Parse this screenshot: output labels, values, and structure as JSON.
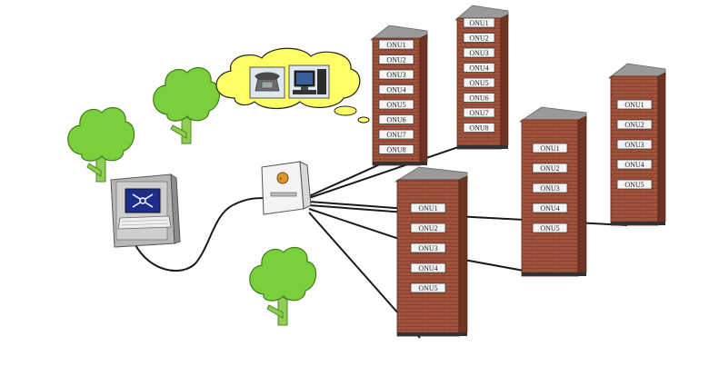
{
  "diagram": {
    "colors": {
      "brick": "#a0523c",
      "brick_dark": "#6e3424",
      "roof": "#9a9a9a",
      "tree_green": "#7ccf3c",
      "trunk": "#8fce53",
      "cable": "#1a1a1a",
      "cloud": "#ffff66",
      "olt_screen": "#1c2d8c"
    },
    "buildings": [
      {
        "id": "b1",
        "onus": [
          "ONU1",
          "ONU2",
          "ONU3",
          "ONU4",
          "ONU5",
          "ONU6",
          "ONU7",
          "ONU8"
        ]
      },
      {
        "id": "b2",
        "onus": [
          "ONU1",
          "ONU2",
          "ONU3",
          "ONU4",
          "ONU5",
          "ONU6",
          "ONU7",
          "ONU8"
        ]
      },
      {
        "id": "b3",
        "onus": [
          "ONU1",
          "ONU2",
          "ONU3",
          "ONU4",
          "ONU5"
        ]
      },
      {
        "id": "b4",
        "onus": [
          "ONU1",
          "ONU2",
          "ONU3",
          "ONU4",
          "ONU5"
        ]
      },
      {
        "id": "b5",
        "onus": [
          "ONU1",
          "ONU2",
          "ONU3",
          "ONU4",
          "ONU5"
        ]
      }
    ],
    "nodes": [
      {
        "id": "olt",
        "icon": "olt-terminal-icon"
      },
      {
        "id": "splitter",
        "icon": "optical-splitter-icon"
      },
      {
        "id": "cloud",
        "icons": [
          "telephone-icon",
          "desktop-computer-icon"
        ]
      }
    ]
  }
}
